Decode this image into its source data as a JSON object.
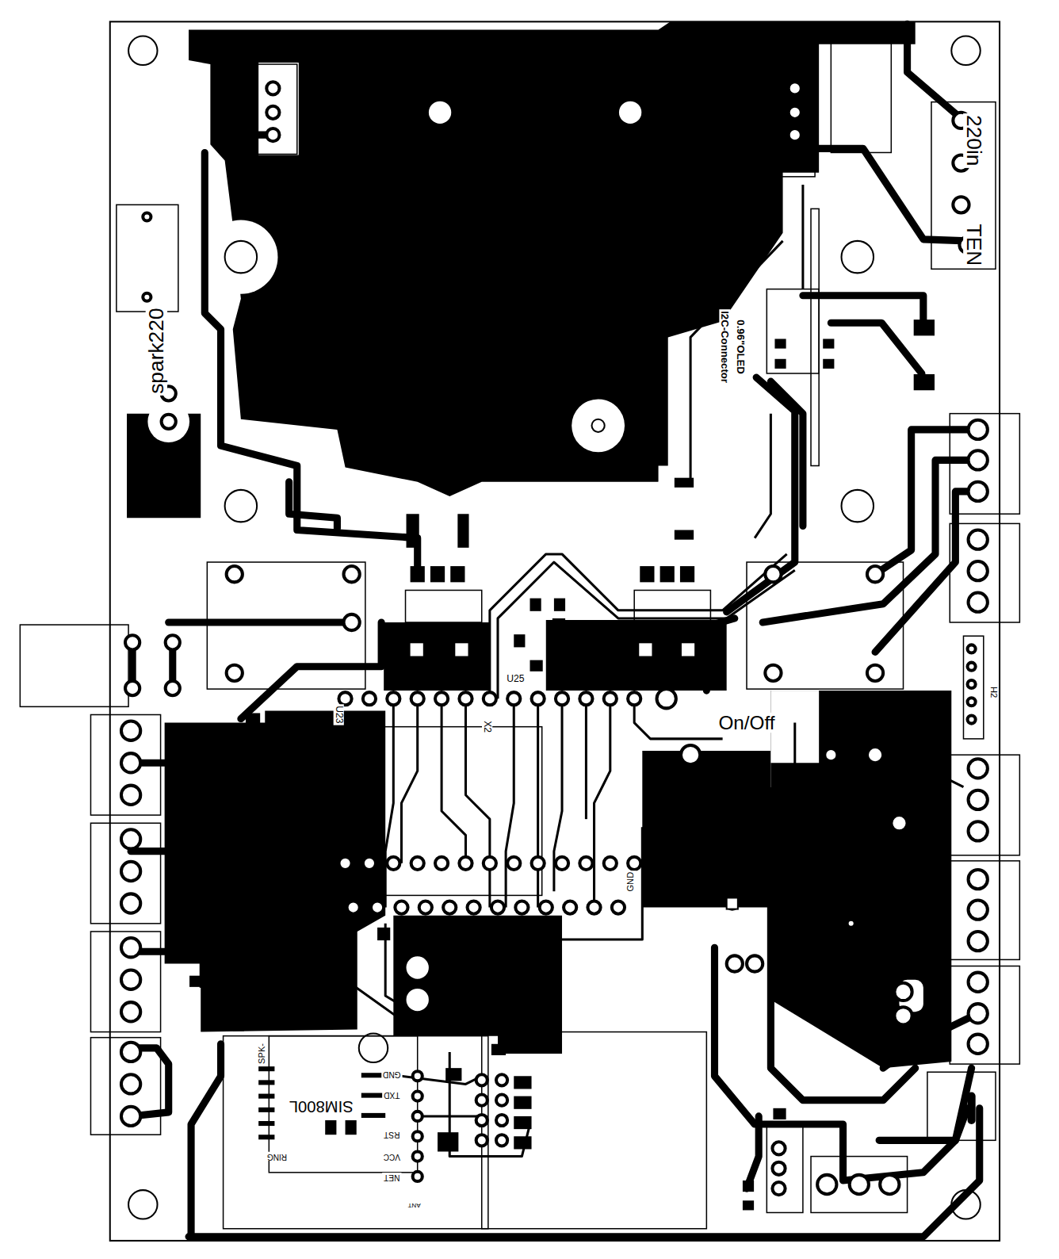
{
  "diagram": {
    "labels": [
      "220in",
      "TEN",
      "spark220",
      "0.96\"OLED",
      "I2C-Connector",
      "U25",
      "U23",
      "X2",
      "On/Off",
      "H2",
      "GND",
      "SPK-",
      "SIM800L",
      "GND",
      "TXD",
      "RST",
      "VCC",
      "NET",
      "RING",
      "ANT"
    ]
  }
}
